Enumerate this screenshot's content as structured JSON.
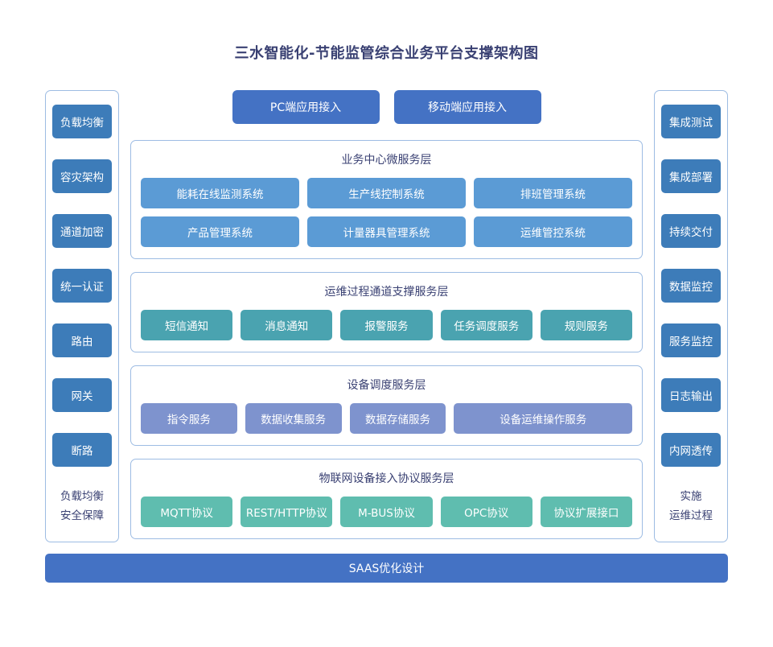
{
  "title": "三水智能化-节能监管综合业务平台支撑架构图",
  "colors": {
    "accent_royal": "#4472C4",
    "sidebar_button": "#3D7CB9",
    "business_chip": "#5B9BD5",
    "ops_chip": "#4AA3B0",
    "device_chip": "#7E93CE",
    "iot_chip": "#5FBDAF",
    "panel_border": "#9DBCE3",
    "heading_text": "#3A4173"
  },
  "left_panel": {
    "buttons": [
      {
        "label": "负载均衡"
      },
      {
        "label": "容灾架构"
      },
      {
        "label": "通道加密"
      },
      {
        "label": "统一认证"
      },
      {
        "label": "路由"
      },
      {
        "label": "网关"
      },
      {
        "label": "断路"
      }
    ],
    "note_line1": "负载均衡",
    "note_line2": "安全保障"
  },
  "right_panel": {
    "buttons": [
      {
        "label": "集成测试"
      },
      {
        "label": "集成部署"
      },
      {
        "label": "持续交付"
      },
      {
        "label": "数据监控"
      },
      {
        "label": "服务监控"
      },
      {
        "label": "日志输出"
      },
      {
        "label": "内网透传"
      }
    ],
    "note_line1": "实施",
    "note_line2": "运维过程"
  },
  "access": {
    "pc": "PC端应用接入",
    "mobile": "移动端应用接入"
  },
  "layers": [
    {
      "id": "business",
      "title": "业务中心微服务层",
      "rows": [
        [
          "能耗在线监测系统",
          "生产线控制系统",
          "排班管理系统"
        ],
        [
          "产品管理系统",
          "计量器具管理系统",
          "运维管控系统"
        ]
      ]
    },
    {
      "id": "ops",
      "title": "运维过程通道支撑服务层",
      "rows": [
        [
          "短信通知",
          "消息通知",
          "报警服务",
          "任务调度服务",
          "规则服务"
        ]
      ]
    },
    {
      "id": "device",
      "title": "设备调度服务层",
      "rows": [
        [
          "指令服务",
          "数据收集服务",
          "数据存储服务",
          "设备运维操作服务"
        ]
      ]
    },
    {
      "id": "iot",
      "title": "物联网设备接入协议服务层",
      "rows": [
        [
          "MQTT协议",
          "REST/HTTP协议",
          "M-BUS协议",
          "OPC协议",
          "协议扩展接口"
        ]
      ]
    }
  ],
  "bottom_bar": {
    "label": "SAAS优化设计"
  }
}
